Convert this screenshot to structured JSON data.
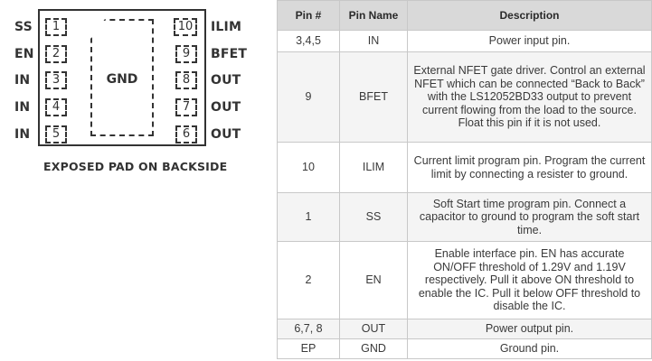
{
  "diagram": {
    "left_pins": [
      {
        "name": "SS",
        "number": "1"
      },
      {
        "name": "EN",
        "number": "2"
      },
      {
        "name": "IN",
        "number": "3"
      },
      {
        "name": "IN",
        "number": "4"
      },
      {
        "name": "IN",
        "number": "5"
      }
    ],
    "right_pins": [
      {
        "name": "ILIM",
        "number": "10"
      },
      {
        "name": "BFET",
        "number": "9"
      },
      {
        "name": "OUT",
        "number": "8"
      },
      {
        "name": "OUT",
        "number": "7"
      },
      {
        "name": "OUT",
        "number": "6"
      }
    ],
    "pad_label": "GND",
    "caption": "EXPOSED PAD ON BACKSIDE"
  },
  "table": {
    "headers": [
      "Pin #",
      "Pin Name",
      "Description"
    ],
    "rows": [
      {
        "pin": "3,4,5",
        "name": "IN",
        "desc": "Power input pin."
      },
      {
        "pin": "9",
        "name": "BFET",
        "desc": "External NFET gate driver. Control an external NFET which can be connected “Back to Back” with the LS12052BD33 output to prevent current flowing from the load to the source. Float this pin if it is not used."
      },
      {
        "pin": "10",
        "name": "ILIM",
        "desc": "Current limit program pin. Program the current limit by connecting a resister to ground."
      },
      {
        "pin": "1",
        "name": "SS",
        "desc": "Soft Start time program pin. Connect a capacitor to ground to program the soft start time."
      },
      {
        "pin": "2",
        "name": "EN",
        "desc": "Enable interface pin. EN has accurate ON/OFF threshold of 1.29V and 1.19V respectively. Pull it above ON threshold to enable the IC. Pull it below OFF threshold to disable the IC."
      },
      {
        "pin": "6,7, 8",
        "name": "OUT",
        "desc": "Power output pin."
      },
      {
        "pin": "EP",
        "name": "GND",
        "desc": "Ground pin."
      }
    ]
  }
}
